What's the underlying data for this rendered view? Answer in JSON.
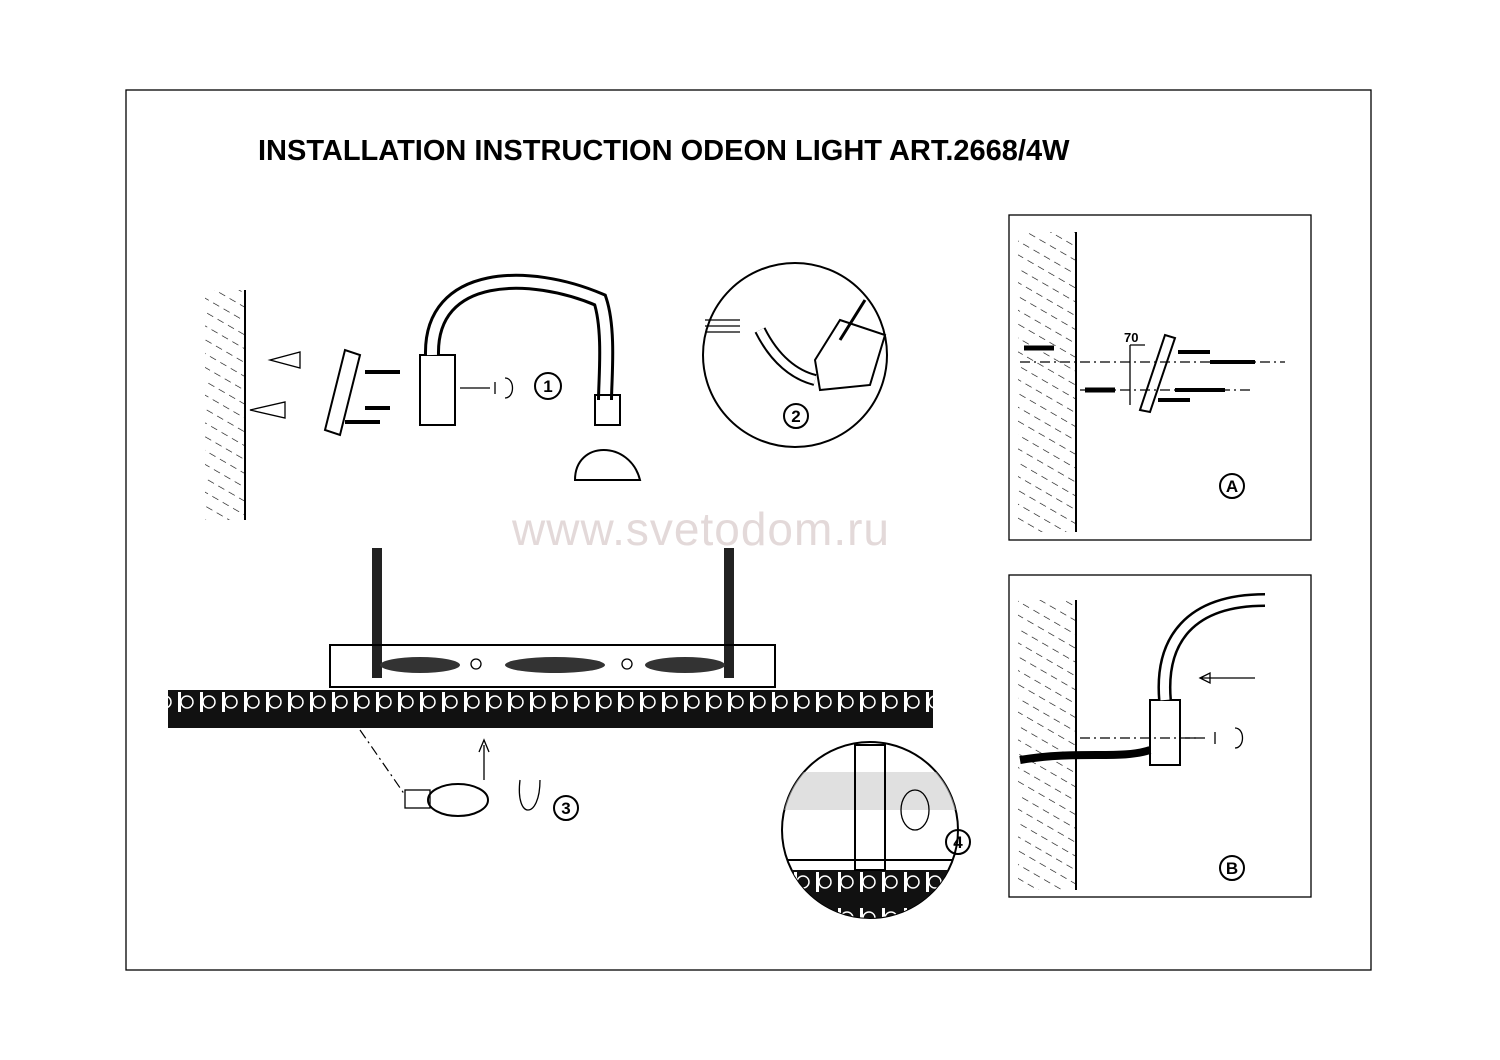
{
  "title": "INSTALLATION INSTRUCTION ODEON LIGHT ART.2668/4W",
  "watermark": "www.svetodom.ru",
  "steps": {
    "step1": "1",
    "step2": "2",
    "step3": "3",
    "step4": "4",
    "detailA": "A",
    "detailB": "B"
  },
  "dimension_label": "70"
}
